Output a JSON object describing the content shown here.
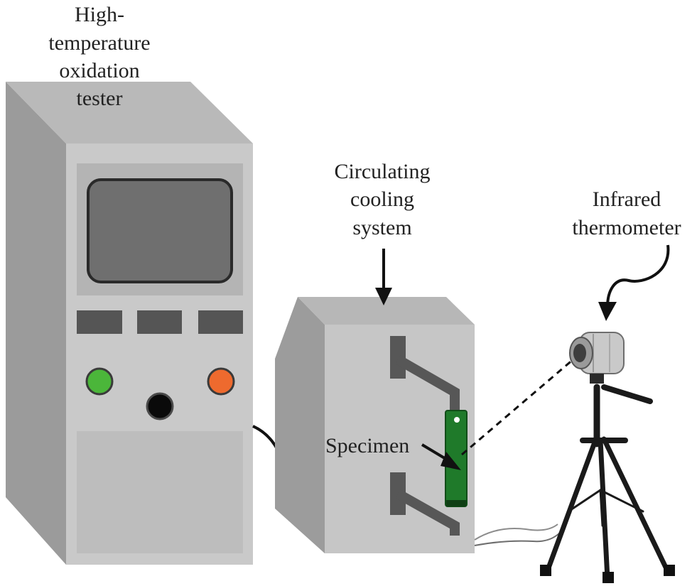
{
  "labels": {
    "tester": [
      "High-",
      "temperature",
      "oxidation",
      "tester"
    ],
    "cooling": [
      "Circulating",
      "cooling",
      "system"
    ],
    "thermometer": [
      "Infrared",
      "thermometer"
    ],
    "specimen": "Specimen"
  },
  "icons": [
    "green-button",
    "orange-button",
    "black-knob",
    "tripod",
    "infrared-thermometer-sensor"
  ],
  "colors": {
    "cabinet_front": "#c8c8c8",
    "cabinet_side": "#9b9b9b",
    "cabinet_top": "#b8b8b8",
    "screen": "#6f6f6f",
    "green_button": "#4bb63a",
    "orange_button": "#ee6a2e",
    "specimen": "#1f7a2a",
    "holder": "#555555"
  }
}
